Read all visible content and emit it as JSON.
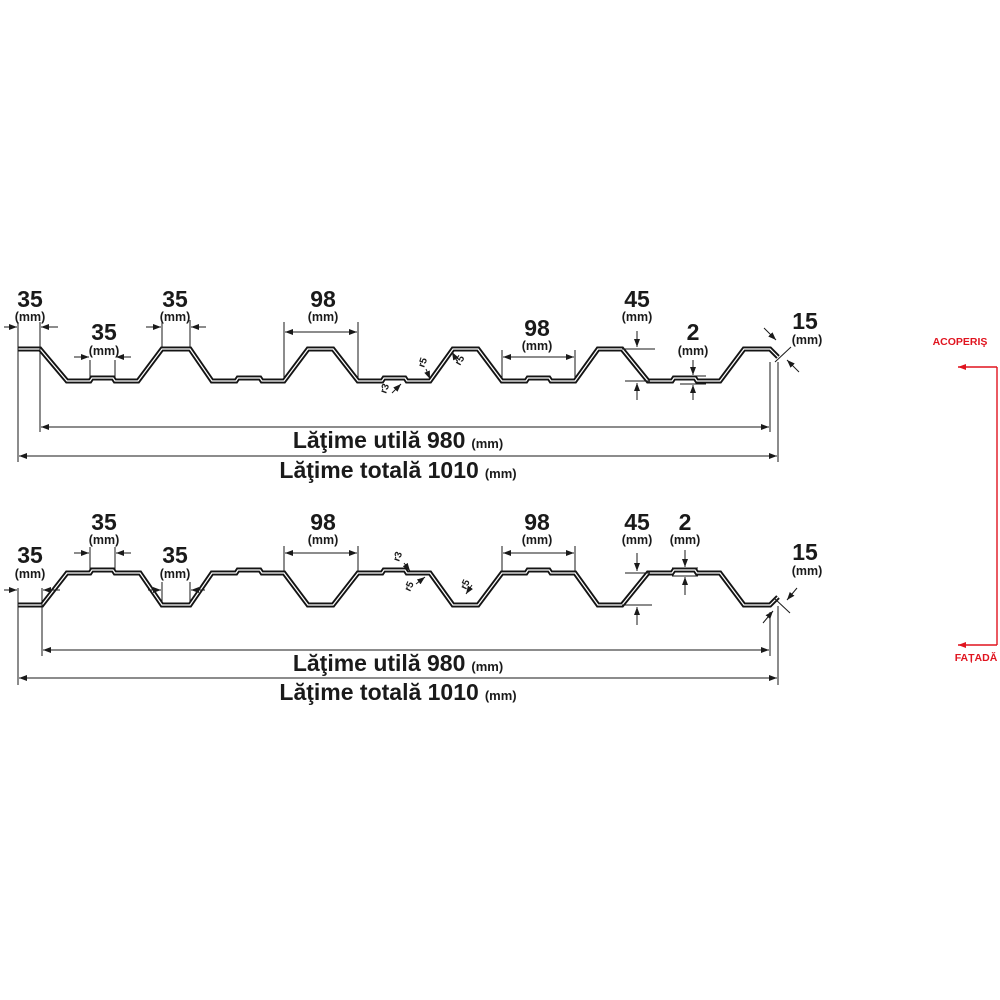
{
  "colors": {
    "profile": "#141414",
    "lines": "#1a1a1a",
    "accent": "#e0141f"
  },
  "side": {
    "roof_label": "ACOPERIŞ",
    "facade_label": "FAȚADĂ"
  },
  "top_profile": {
    "edge": {
      "value": "35",
      "unit": "(mm)"
    },
    "rib_flat": {
      "value": "35",
      "unit": "(mm)"
    },
    "flat": {
      "value": "35",
      "unit": "(mm)"
    },
    "span_1": {
      "value": "98",
      "unit": "(mm)"
    },
    "span_2": {
      "value": "98",
      "unit": "(mm)"
    },
    "height": {
      "value": "45",
      "unit": "(mm)"
    },
    "rib_height": {
      "value": "2",
      "unit": "(mm)"
    },
    "lip": {
      "value": "15",
      "unit": "(mm)"
    },
    "radii": [
      "r3",
      "r5",
      "r5"
    ],
    "useful_width": {
      "label": "Lăţime utilă 980",
      "unit": "(mm)"
    },
    "total_width": {
      "label": "Lăţime totală 1010",
      "unit": "(mm)"
    }
  },
  "bottom_profile": {
    "edge": {
      "value": "35",
      "unit": "(mm)"
    },
    "rib_flat": {
      "value": "35",
      "unit": "(mm)"
    },
    "flat": {
      "value": "35",
      "unit": "(mm)"
    },
    "span_1": {
      "value": "98",
      "unit": "(mm)"
    },
    "span_2": {
      "value": "98",
      "unit": "(mm)"
    },
    "height": {
      "value": "45",
      "unit": "(mm)"
    },
    "rib_height": {
      "value": "2",
      "unit": "(mm)"
    },
    "lip": {
      "value": "15",
      "unit": "(mm)"
    },
    "radii": [
      "r3",
      "r5",
      "r5"
    ],
    "useful_width": {
      "label": "Lăţime utilă 980",
      "unit": "(mm)"
    },
    "total_width": {
      "label": "Lăţime totală 1010",
      "unit": "(mm)"
    }
  }
}
